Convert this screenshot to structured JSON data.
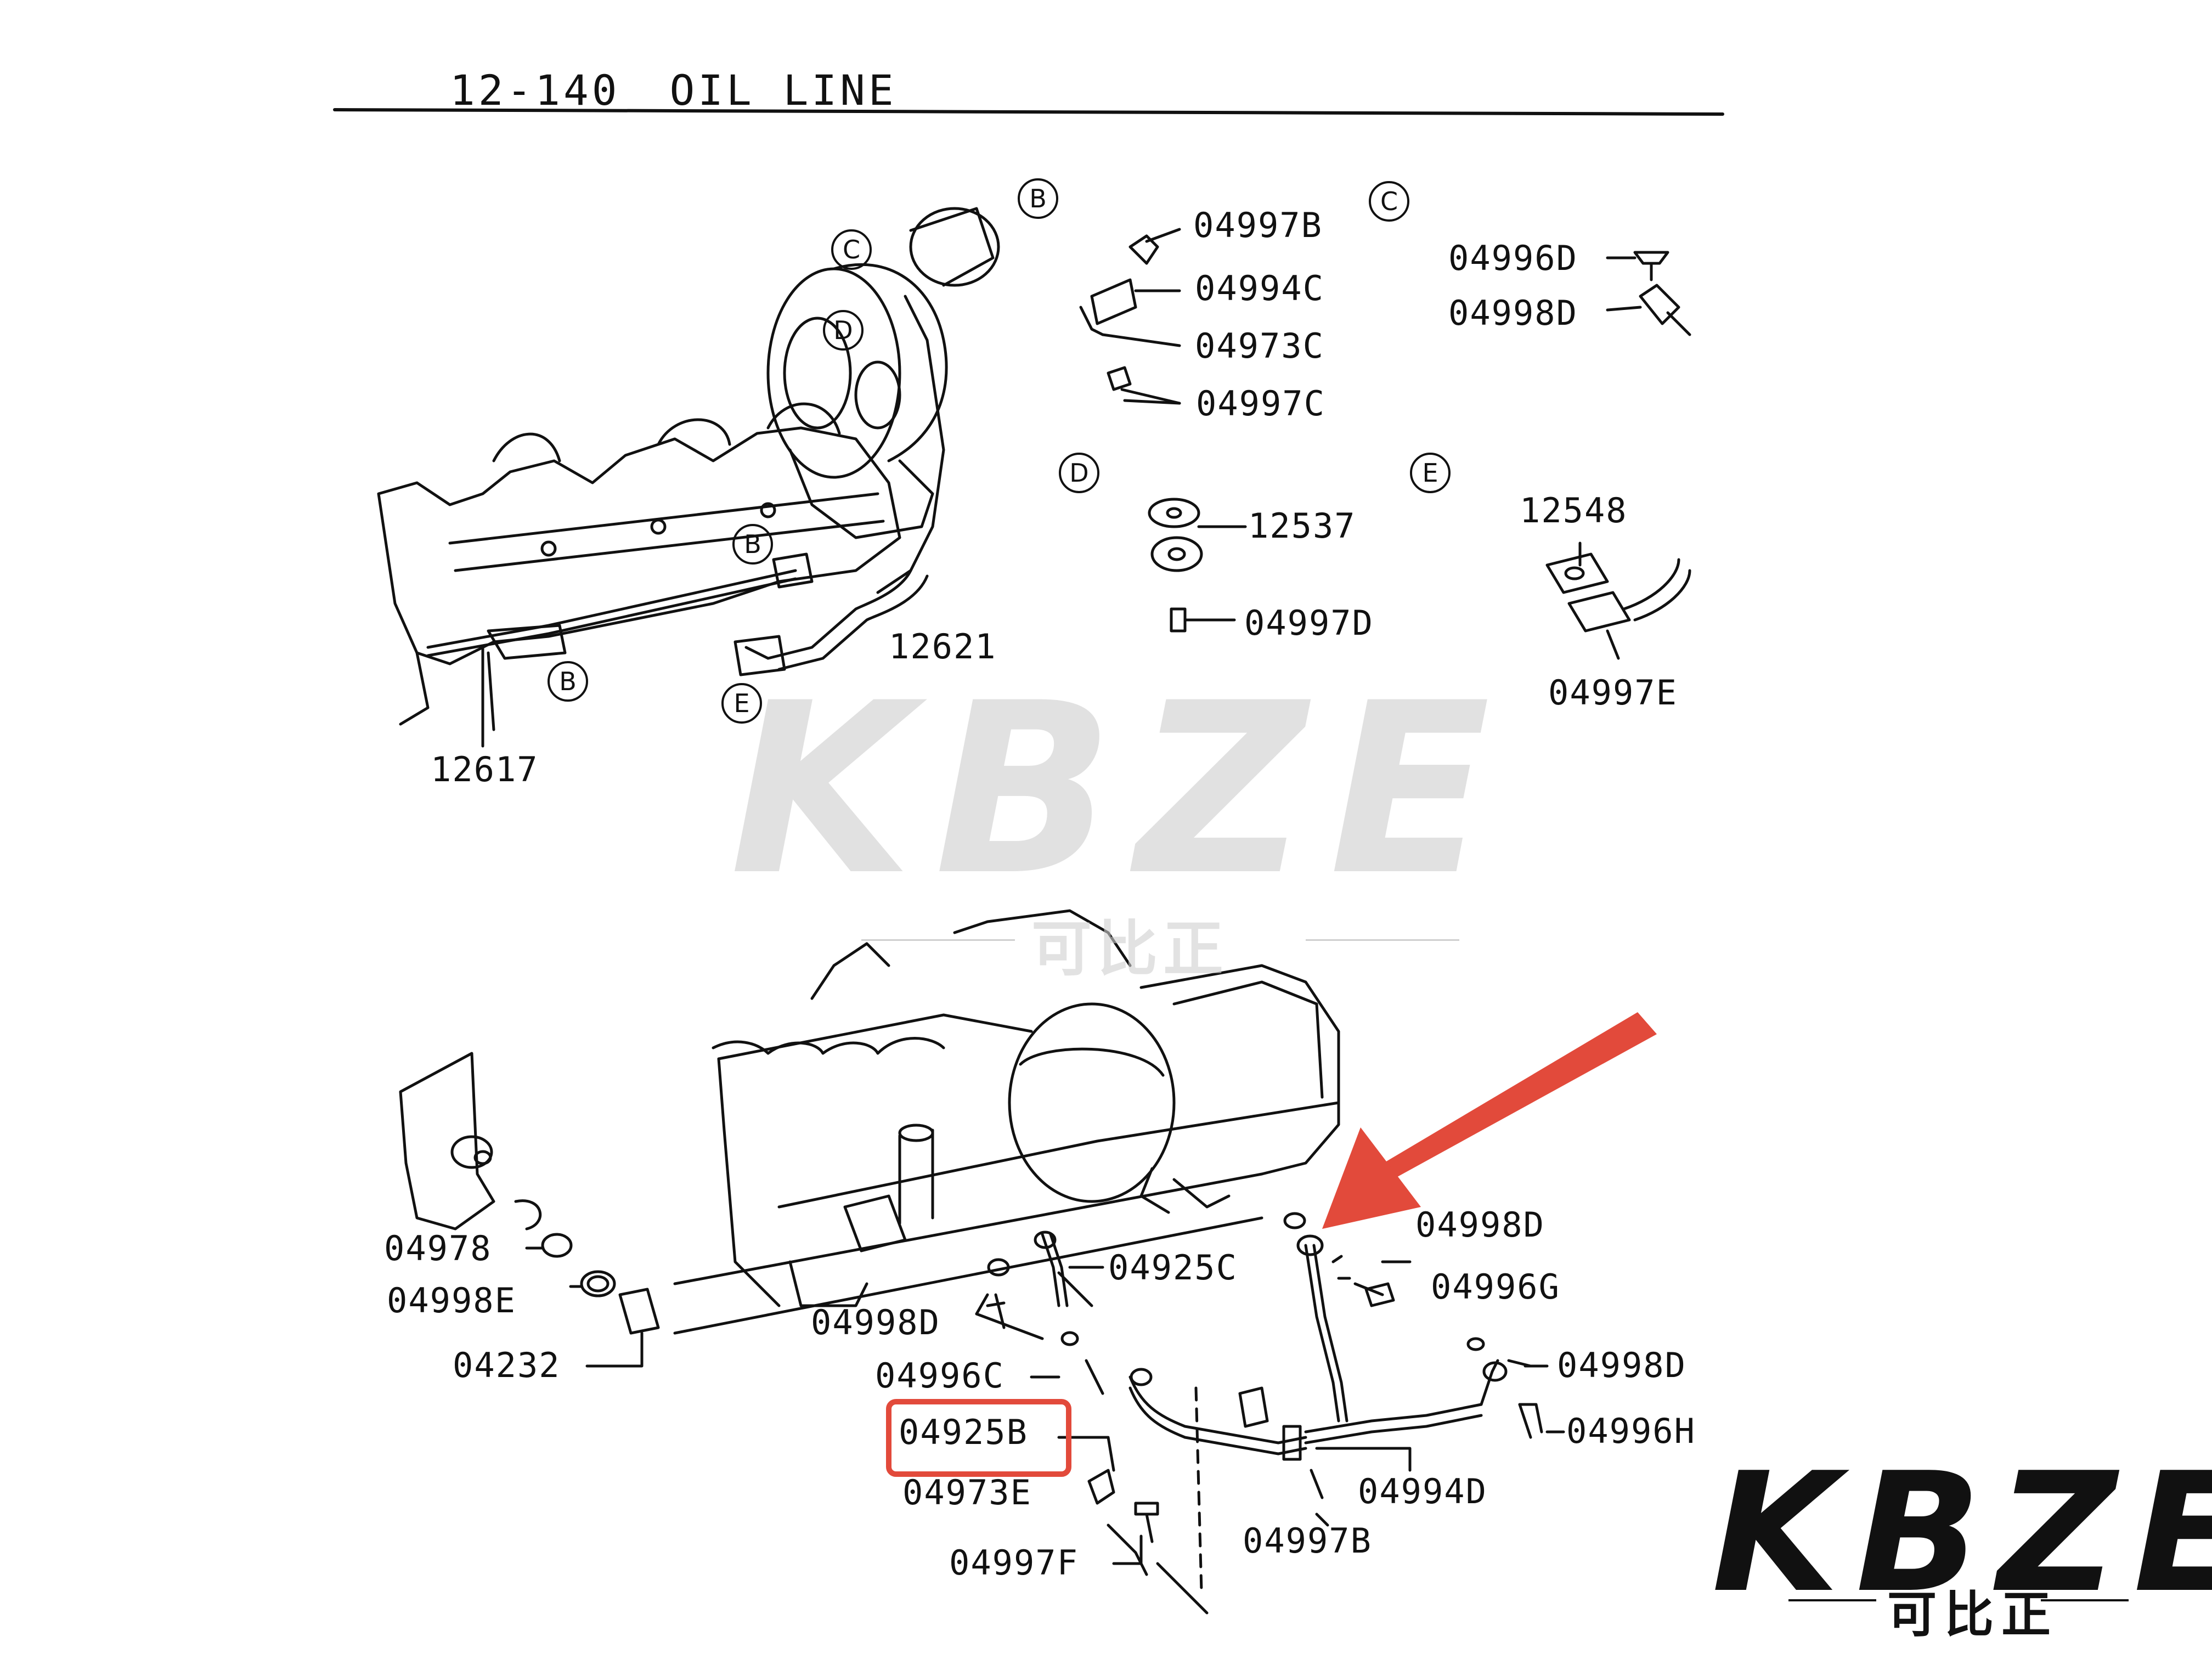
{
  "title": {
    "code": "12-140",
    "name": "OIL LINE"
  },
  "section_markers": [
    "B",
    "C",
    "D",
    "E"
  ],
  "labels": {
    "p04997B_top": "04997B",
    "p04994C": "04994C",
    "p04973C": "04973C",
    "p04997C": "04997C",
    "p04996D": "04996D",
    "p04998D_top": "04998D",
    "p12537": "12537",
    "p04997D": "04997D",
    "p12548": "12548",
    "p04997E": "04997E",
    "p12621": "12621",
    "p12617": "12617",
    "p04978": "04978",
    "p04998E": "04998E",
    "p04232": "04232",
    "p04998D_mid": "04998D",
    "p04925C": "04925C",
    "p04996C": "04996C",
    "p04925B": "04925B",
    "p04973E": "04973E",
    "p04997F": "04997F",
    "p04997B_bottom": "04997B",
    "p04994D": "04994D",
    "p04996H": "04996H",
    "p04998D_right": "04998D",
    "p04996G": "04996G",
    "p04998D_arrow": "04998D"
  },
  "highlighted_part": "04925B",
  "watermark": {
    "brand": "KBZE",
    "chinese": "可比正"
  },
  "logo": {
    "brand": "KBZE",
    "chinese": "可比正"
  },
  "colors": {
    "arrow": "#e24a3b",
    "highlight_box": "#e24a3b",
    "logo_accent": "#f39a2e",
    "ink": "#111111"
  }
}
